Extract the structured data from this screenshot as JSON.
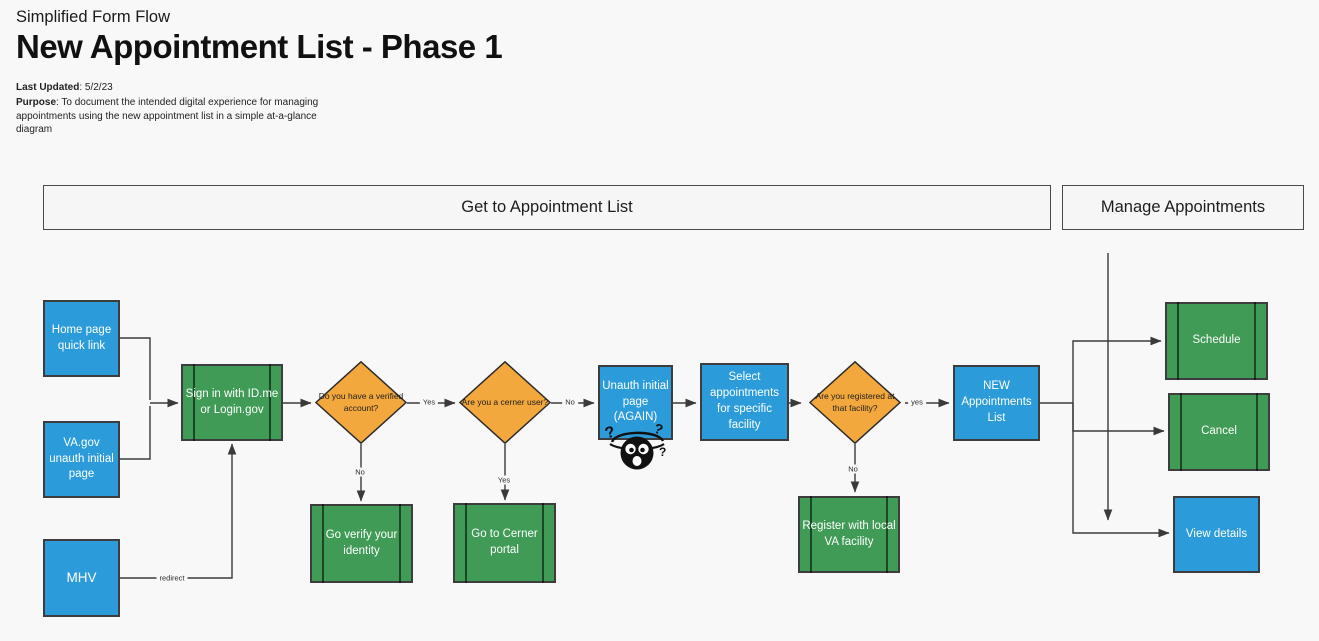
{
  "page": {
    "kicker": "Simplified Form Flow",
    "title": "New Appointment List - Phase 1",
    "meta": {
      "last_updated_label": "Last Updated",
      "last_updated_value": ": 5/2/23",
      "purpose_label": "Purpose",
      "purpose_value": ": To document the intended digital experience for managing appointments using the new appointment list in a simple at-a-glance diagram"
    }
  },
  "lanes": [
    {
      "label": "Get to Appointment List"
    },
    {
      "label": "Manage Appointments"
    }
  ],
  "nodes": [
    {
      "id": "home-page-quick-link",
      "type": "page",
      "label": "Home page quick link"
    },
    {
      "id": "vagov-unauth-initial-page",
      "type": "page",
      "label": "VA.gov unauth initial page"
    },
    {
      "id": "mhv",
      "type": "page",
      "label": "MHV"
    },
    {
      "id": "sign-in-idme-logingov",
      "type": "action",
      "label": "Sign in with ID.me or Login.gov"
    },
    {
      "id": "verified-account-decision",
      "type": "decision",
      "label": "Do you have a verified account?"
    },
    {
      "id": "cerner-user-decision",
      "type": "decision",
      "label": "Are you a cerner user?"
    },
    {
      "id": "unauth-initial-page-again",
      "type": "page",
      "label": "Unauth initial page (AGAIN)"
    },
    {
      "id": "select-appointments-facility",
      "type": "page",
      "label": "Select appointments for specific facility"
    },
    {
      "id": "registered-at-facility-decision",
      "type": "decision",
      "label": "Are you registered at that facility?"
    },
    {
      "id": "new-appointments-list",
      "type": "page",
      "label": "NEW Appointments List"
    },
    {
      "id": "go-verify-identity",
      "type": "action",
      "label": "Go verify your identity"
    },
    {
      "id": "go-to-cerner-portal",
      "type": "action",
      "label": "Go to Cerner portal"
    },
    {
      "id": "register-local-va-facility",
      "type": "action",
      "label": "Register with local VA facility"
    },
    {
      "id": "schedule",
      "type": "action",
      "label": "Schedule"
    },
    {
      "id": "cancel",
      "type": "action",
      "label": "Cancel"
    },
    {
      "id": "view-details",
      "type": "page",
      "label": "View details"
    }
  ],
  "edge_labels": {
    "verified_yes": "Yes",
    "verified_no": "No",
    "cerner_yes": "Yes",
    "cerner_no": "No",
    "registered_yes": "yes",
    "registered_no": "No",
    "mhv_redirect": "redirect"
  },
  "icons": {
    "confused_face_emoji": "confused dizzy face with question marks"
  },
  "colors": {
    "page_blue": "#2b9bd9",
    "action_green": "#3f9b55",
    "decision_orange": "#f3a83e",
    "connector": "#3a3a3a",
    "lane_fill": "#f6f6f6",
    "canvas": "#f8f8f8"
  }
}
